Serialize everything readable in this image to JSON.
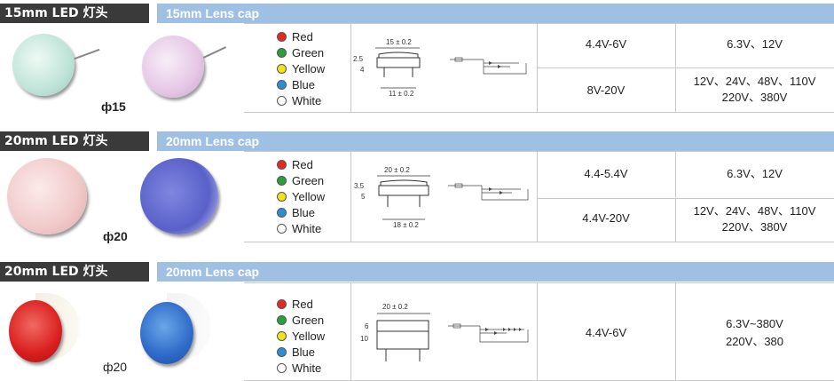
{
  "colors": {
    "red": "#e32a22",
    "green": "#27a23a",
    "yellow": "#f2e31b",
    "blue": "#2a8fd8",
    "white": "#ffffff"
  },
  "sections": [
    {
      "title_dark": "15mm LED 灯头",
      "title_blue": "15mm Lens cap",
      "diameter": "ф15",
      "color_labels": [
        "Red",
        "Green",
        "Yellow",
        "Blue",
        "White"
      ],
      "dim_width": "15 ± 0.2",
      "dim_bottom": "11 ± 0.2",
      "dim_h1": "2.5",
      "dim_h2": "4",
      "rows": [
        {
          "voltage": "4.4V-6V",
          "specs": [
            "6.3V、12V"
          ]
        },
        {
          "voltage": "8V-20V",
          "specs": [
            "12V、24V、48V、110V",
            "220V、380V"
          ]
        }
      ]
    },
    {
      "title_dark": "20mm LED 灯头",
      "title_blue": "20mm Lens cap",
      "diameter": "ф20",
      "color_labels": [
        "Red",
        "Green",
        "Yellow",
        "Blue",
        "White"
      ],
      "dim_width": "20 ± 0.2",
      "dim_bottom": "18 ± 0.2",
      "dim_h1": "3.5",
      "dim_h2": "5",
      "rows": [
        {
          "voltage": "4.4-5.4V",
          "specs": [
            "6.3V、12V"
          ]
        },
        {
          "voltage": "4.4V-20V",
          "specs": [
            "12V、24V、48V、110V",
            "220V、380V"
          ]
        }
      ]
    },
    {
      "title_dark": "20mm LED 灯头",
      "title_blue": "20mm Lens cap",
      "diameter": "ф20",
      "color_labels": [
        "Red",
        "Green",
        "Yellow",
        "Blue",
        "White"
      ],
      "dim_width": "20 ± 0.2",
      "dim_h1": "6",
      "dim_h2": "10",
      "rows": [
        {
          "voltage": "4.4V-6V",
          "specs": [
            "6.3V~380V",
            "220V、380"
          ]
        }
      ]
    }
  ]
}
